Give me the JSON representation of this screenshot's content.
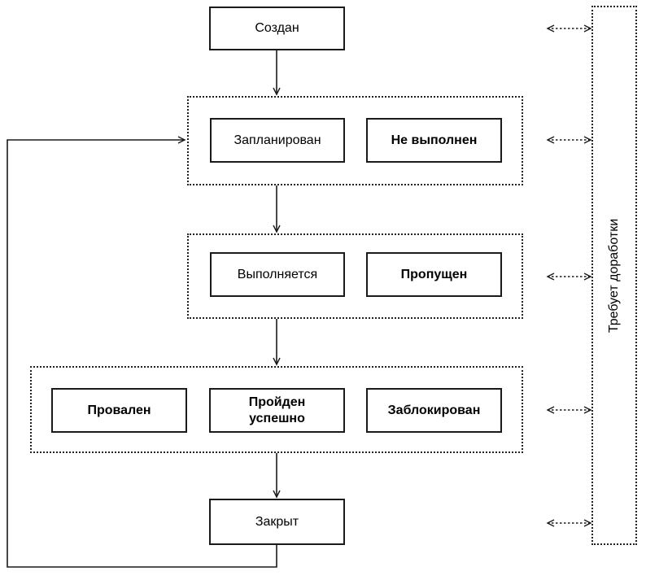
{
  "diagram_type": "state-flowchart",
  "nodes": {
    "created": {
      "label": "Создан"
    },
    "planned": {
      "label": "Запланирован"
    },
    "not_executed": {
      "label": "Не выполнен"
    },
    "in_progress": {
      "label": "Выполняется"
    },
    "skipped": {
      "label": "Пропущен"
    },
    "failed": {
      "label": "Провален"
    },
    "passed": {
      "label": "Пройден\nуспешно"
    },
    "blocked": {
      "label": "Заблокирован"
    },
    "closed": {
      "label": "Закрыт"
    },
    "needs_rework": {
      "label": "Требует доработки"
    }
  },
  "groups": {
    "stage1": [
      "planned",
      "not_executed"
    ],
    "stage2": [
      "in_progress",
      "skipped"
    ],
    "stage3": [
      "failed",
      "passed",
      "blocked"
    ]
  },
  "edges": [
    {
      "from": "created",
      "to": "stage1",
      "style": "solid-arrow"
    },
    {
      "from": "stage1",
      "to": "stage2",
      "style": "solid-arrow"
    },
    {
      "from": "stage2",
      "to": "stage3",
      "style": "solid-arrow"
    },
    {
      "from": "stage3",
      "to": "closed",
      "style": "solid-arrow"
    },
    {
      "from": "closed",
      "to": "stage1",
      "style": "solid-arrow-loop-left"
    },
    {
      "from": "needs_rework",
      "to": "created",
      "style": "dashed-double-arrow"
    },
    {
      "from": "needs_rework",
      "to": "stage1",
      "style": "dashed-double-arrow"
    },
    {
      "from": "needs_rework",
      "to": "stage2",
      "style": "dashed-double-arrow"
    },
    {
      "from": "needs_rework",
      "to": "stage3",
      "style": "dashed-double-arrow"
    },
    {
      "from": "needs_rework",
      "to": "closed",
      "style": "dashed-double-arrow"
    }
  ],
  "colors": {
    "line": "#1a1a1a",
    "background": "#ffffff",
    "text": "#000000"
  }
}
